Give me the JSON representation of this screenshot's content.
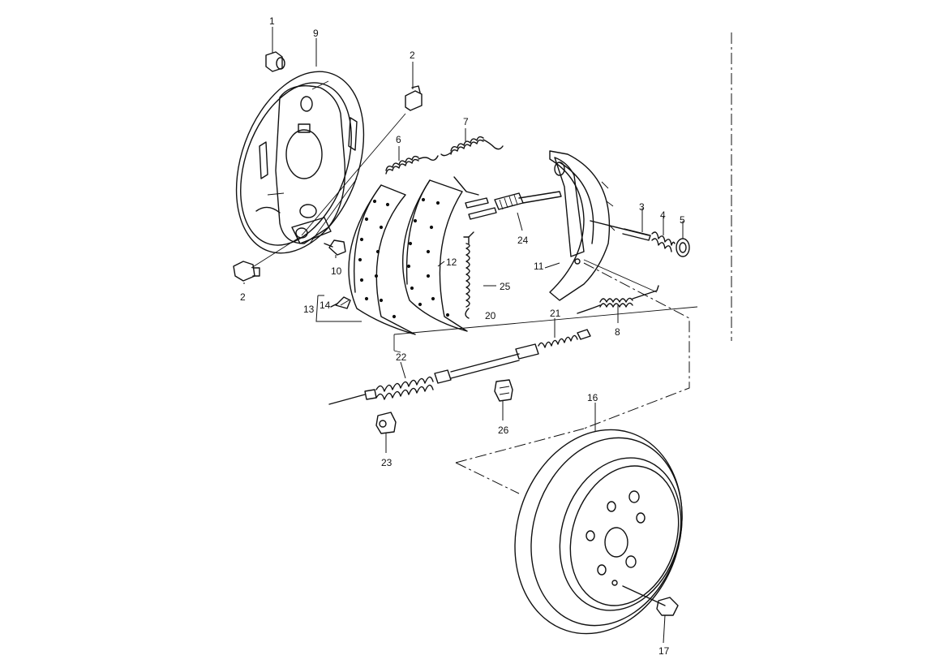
{
  "labels": {
    "p1": "1",
    "p9": "9",
    "p2a": "2",
    "p2b": "2",
    "p10": "10",
    "p6": "6",
    "p7": "7",
    "p3": "3",
    "p4": "4",
    "p5": "5",
    "p24": "24",
    "p11": "11",
    "p12": "12",
    "p25": "25",
    "p13": "13",
    "p14": "14",
    "p20": "20",
    "p21": "21",
    "p8": "8",
    "p22": "22",
    "p26": "26",
    "p23": "23",
    "p16": "16",
    "p17": "17"
  }
}
